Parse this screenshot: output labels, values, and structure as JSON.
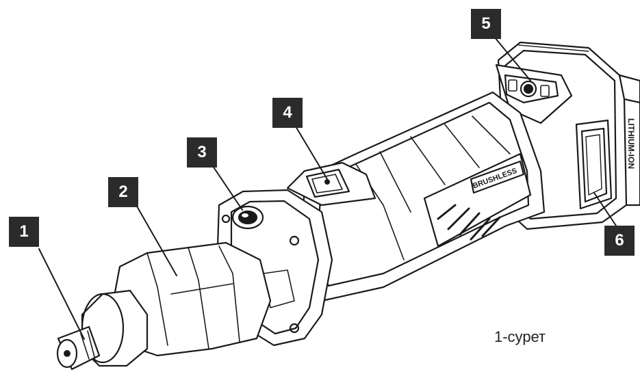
{
  "callouts": [
    {
      "label": "1",
      "part": "collet-nut"
    },
    {
      "label": "2",
      "part": "front-grip"
    },
    {
      "label": "3",
      "part": "spindle-lock-button"
    },
    {
      "label": "4",
      "part": "power-switch"
    },
    {
      "label": "5",
      "part": "battery-indicator"
    },
    {
      "label": "6",
      "part": "battery-release-button"
    }
  ],
  "caption": "1-сурет",
  "housing_text": {
    "brand": "BRUSHLESS",
    "battery": "LITHIUM-ION"
  },
  "colors": {
    "callout_bg": "#2b2b2b",
    "callout_text": "#ffffff",
    "line": "#1a1a1a",
    "background": "#ffffff"
  }
}
